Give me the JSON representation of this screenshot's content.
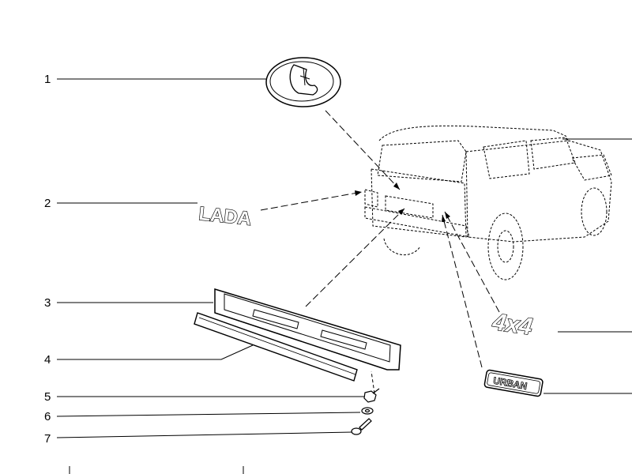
{
  "callouts": [
    {
      "number": "1",
      "part": "emblem"
    },
    {
      "number": "2",
      "part": "lada-badge"
    },
    {
      "number": "3",
      "part": "trim-panel"
    },
    {
      "number": "4",
      "part": "seal-strip"
    },
    {
      "number": "5",
      "part": "nut"
    },
    {
      "number": "6",
      "part": "washer"
    },
    {
      "number": "7",
      "part": "screw"
    }
  ],
  "badges": {
    "lada": "LADA",
    "four_by_four": "4x4",
    "urban": "URBAN"
  }
}
